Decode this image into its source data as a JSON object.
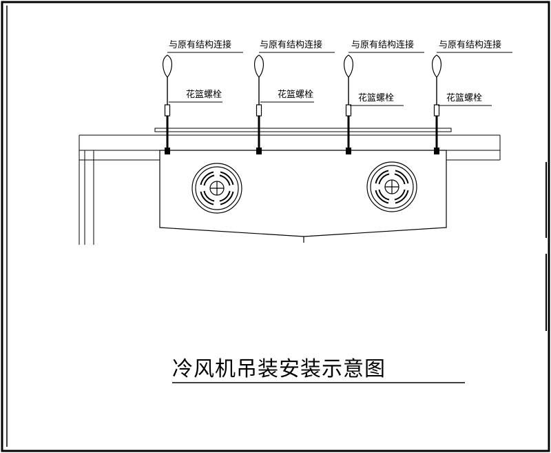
{
  "diagram": {
    "title": "冷风机吊装安装示意图",
    "hangers": [
      {
        "top_label": "与原有结构连接",
        "bolt_label": "花篮螺栓"
      },
      {
        "top_label": "与原有结构连接",
        "bolt_label": "花篮螺栓"
      },
      {
        "top_label": "与原有结构连接",
        "bolt_label": "花篮螺栓"
      },
      {
        "top_label": "与原有结构连接",
        "bolt_label": "花篮螺栓"
      }
    ],
    "fans": [
      {
        "icon": "fan-guard-icon"
      },
      {
        "icon": "fan-guard-icon"
      }
    ],
    "colors": {
      "line": "#000000",
      "background": "#ffffff"
    }
  }
}
